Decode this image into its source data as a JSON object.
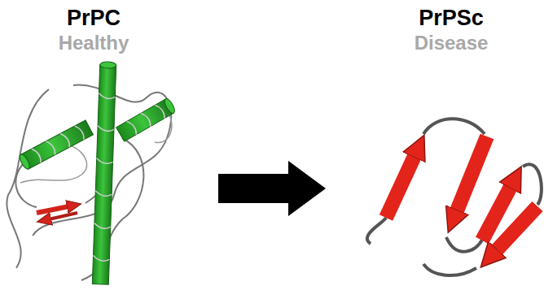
{
  "diagram": {
    "nodes": [
      {
        "text": [
          "PrPC",
          "Healthy"
        ]
      },
      {
        "text": [
          "PrPSc",
          "Disease"
        ]
      }
    ],
    "edges": [
      {
        "from": 0,
        "to": 1,
        "arrow": "to"
      }
    ]
  }
}
